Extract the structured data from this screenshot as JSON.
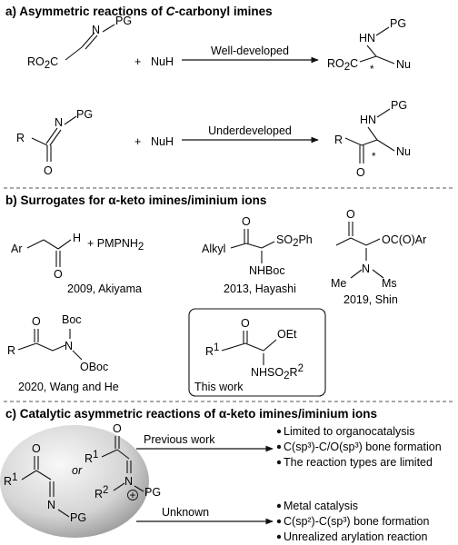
{
  "section_a": {
    "title_prefix": "a) Asymmetric reactions of ",
    "title_italic": "C",
    "title_suffix": "-carbonyl imines",
    "row1": {
      "reactant_pg": "PG",
      "reactant_n": "N",
      "reactant_ester_main": "RO",
      "reactant_ester_sub": "2",
      "reactant_ester_end": "C",
      "plus": "+",
      "nucleophile": "NuH",
      "arrow_label": "Well-developed",
      "product_hn": "HN",
      "product_pg": "PG",
      "product_ester_main": "RO",
      "product_ester_sub": "2",
      "product_ester_end": "C",
      "product_star": "*",
      "product_nu": "Nu"
    },
    "row2": {
      "reactant_pg": "PG",
      "reactant_n": "N",
      "reactant_r": "R",
      "reactant_o": "O",
      "plus": "+",
      "nucleophile": "NuH",
      "arrow_label": "Underdeveloped",
      "product_hn": "HN",
      "product_pg": "PG",
      "product_r": "R",
      "product_o": "O",
      "product_star": "*",
      "product_nu": "Nu"
    }
  },
  "section_b": {
    "title_prefix": "b) Surrogates for ",
    "title_alpha": "α",
    "title_suffix": "-keto imines/iminium ions",
    "akiyama": {
      "ar": "Ar",
      "h": "H",
      "reagent": "+ PMPNH",
      "reagent_sub": "2",
      "o": "O",
      "caption": "2009, Akiyama"
    },
    "hayashi": {
      "o": "O",
      "alkyl": "Alkyl",
      "so2ph_a": "SO",
      "so2ph_sub": "2",
      "so2ph_b": "Ph",
      "nhboc": "NHBoc",
      "caption": "2013, Hayashi"
    },
    "shin": {
      "o": "O",
      "ocoar": "OC(O)Ar",
      "n": "N",
      "me": "Me",
      "ms": "Ms",
      "caption": "2019, Shin"
    },
    "wang_he": {
      "o": "O",
      "boc1": "Boc",
      "n": "N",
      "oboc": "OBoc",
      "r": "R",
      "caption": "2020, Wang and He"
    },
    "this_work": {
      "o": "O",
      "oet": "OEt",
      "r": "R",
      "r_sup": "1",
      "nhso2r_a": "NHSO",
      "nhso2r_sub": "2",
      "nhso2r_b": "R",
      "nhso2r_sup": "2",
      "caption": "This work"
    }
  },
  "section_c": {
    "title_prefix": "c) Catalytic asymmetric reactions of ",
    "title_alpha": "α",
    "title_suffix": "-keto imines/iminium ions",
    "sphere": {
      "left_o": "O",
      "left_r": "R",
      "left_r_sup": "1",
      "left_n": "N",
      "left_pg": "PG",
      "or": "or",
      "right_o": "O",
      "right_r": "R",
      "right_r_sup": "1",
      "right_n": "N",
      "right_r2": "R",
      "right_r2_sup": "2",
      "right_pg": "PG",
      "plus_charge": "+"
    },
    "previous": {
      "label": "Previous work",
      "bullets": [
        "Limited to organocatalysis",
        "C(sp³)-C/O(sp³) bone formation",
        "The reaction types are limited"
      ]
    },
    "unknown": {
      "label": "Unknown",
      "bullets": [
        "Metal catalysis",
        "C(sp²)-C(sp³) bone formation",
        "Unrealized arylation reaction"
      ]
    }
  },
  "colors": {
    "ink": "#111111",
    "divider": "#555555",
    "sphere_light": "#f5f5f5",
    "sphere_dark": "#9a9a9a"
  }
}
